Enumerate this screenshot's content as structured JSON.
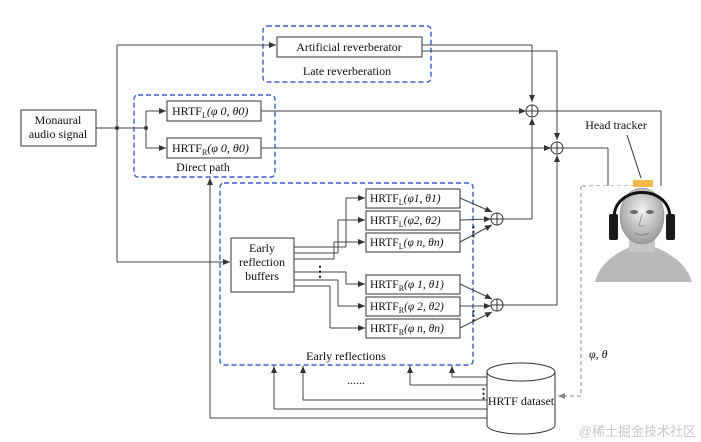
{
  "input": {
    "line1": "Monaural",
    "line2": "audio signal"
  },
  "reverb": {
    "box": "Artificial reverberator",
    "group": "Late reverberation"
  },
  "direct": {
    "group": "Direct path",
    "left": {
      "base": "HRTF",
      "sub": "L",
      "args": "(φ 0, θ0)"
    },
    "right": {
      "base": "HRTF",
      "sub": "R",
      "args": "(φ 0, θ0)"
    }
  },
  "early": {
    "group": "Early reflections",
    "buffers": {
      "line1": "Early",
      "line2": "reflection",
      "line3": "buffers"
    },
    "left": [
      {
        "base": "HRTF",
        "sub": "L",
        "args": "(φ1, θ1)"
      },
      {
        "base": "HRTF",
        "sub": "L",
        "args": "(φ2, θ2)"
      },
      {
        "base": "HRTF",
        "sub": "L",
        "args": "(φ n, θn)"
      }
    ],
    "right": [
      {
        "base": "HRTF",
        "sub": "R",
        "args": "(φ 1, θ1)"
      },
      {
        "base": "HRTF",
        "sub": "R",
        "args": "(φ 2, θ2)"
      },
      {
        "base": "HRTF",
        "sub": "R",
        "args": "(φ n, θn)"
      }
    ],
    "ellipsis_vertical": "⋮",
    "ellipsis_bottom": "......"
  },
  "dataset": {
    "label": "HRTF dataset",
    "ellipsis": "⋮"
  },
  "tracker": {
    "label": "Head tracker",
    "angles": "φ, θ"
  },
  "watermark": "@稀土掘金技术社区",
  "colors": {
    "blue_dash": "#3a5fcd",
    "line": "#555555",
    "tracker": "#f5b94a"
  }
}
